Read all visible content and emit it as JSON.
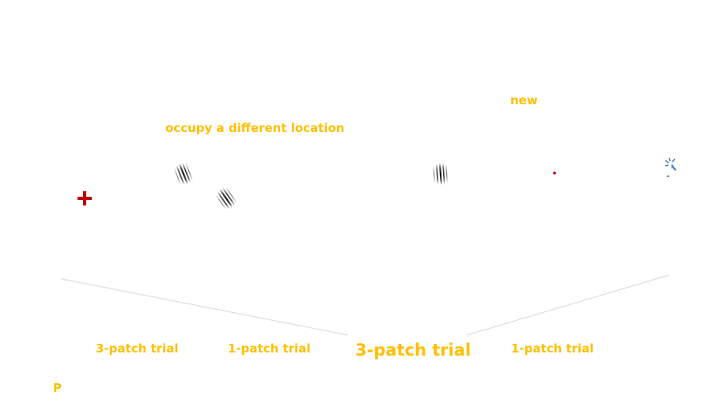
{
  "labels": {
    "new": "new",
    "occupy": "occupy a different location",
    "trial_a": "3-patch trial",
    "trial_b": "1-patch trial",
    "trial_c": "3-patch trial",
    "trial_d": "1-patch trial",
    "corner": "P"
  },
  "colors": {
    "label": "#ffc000",
    "fixation_cross": "#c00000",
    "cursor": "#4a7dc0",
    "divider": "#d9d9d9",
    "grating_dark": "#222222"
  },
  "icons": {
    "fixation": "plus-cross-icon",
    "grating": "gabor-patch-icon",
    "cursor": "click-cursor-icon"
  }
}
